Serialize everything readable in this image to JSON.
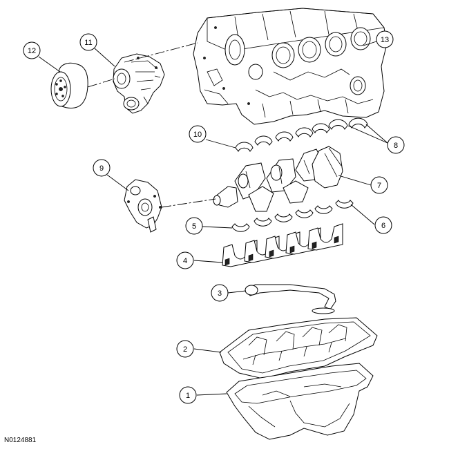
{
  "figure_ref": "N0124881",
  "callouts": {
    "c1": "1",
    "c2": "2",
    "c3": "3",
    "c4": "4",
    "c5": "5",
    "c6": "6",
    "c7": "7",
    "c8": "8",
    "c9": "9",
    "c10": "10",
    "c11": "11",
    "c12": "12",
    "c13": "13"
  }
}
